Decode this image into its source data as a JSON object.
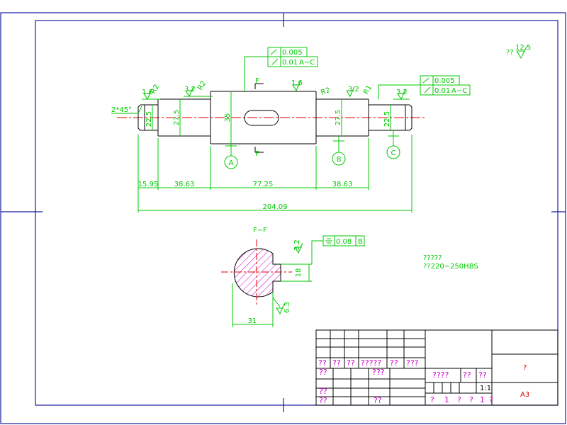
{
  "colors": {
    "frame": "#1a1aa0",
    "outline": "#000000",
    "dimension": "#00c800",
    "centerline": "#e00000",
    "hatch": "#cc00cc",
    "title_text": "#cc00cc"
  },
  "roughness": {
    "general_prefix": "??",
    "general_value": "12.5",
    "r1": "1.6",
    "r2": "3.2",
    "r3": "1.6",
    "r4": "3.2",
    "r5": "3.2",
    "r6": "3.2",
    "r7": "6.3"
  },
  "tolerance": {
    "top_value1": "0.005",
    "top_value2": "0.01",
    "top_ref": "A−C",
    "right_value1": "0.005",
    "right_value2": "0.01",
    "right_ref": "A−C",
    "section_value": "0.08",
    "section_ref": "B"
  },
  "labels": {
    "chamfer": "2*45°",
    "r_small": "R2",
    "r_left": "R2",
    "r_right1": "R2",
    "r_right2": "R1",
    "r_left2": "R2",
    "section_top": "F",
    "section_bottom": "F",
    "section_title": "F−F",
    "datum_a": "A",
    "datum_b": "B",
    "datum_c": "C"
  },
  "dimensions": {
    "d1": "22.5",
    "d2": "27.5",
    "d3": "35",
    "d4": "27.5",
    "d5": "22.5",
    "len1": "15.95",
    "len2": "38.63",
    "len3": "77.25",
    "len4": "38.63",
    "total": "204.09",
    "key_depth": "18",
    "section_width": "31"
  },
  "notes": {
    "line1": "?????",
    "line2": "??220−250HBS"
  },
  "title_block": {
    "row1": [
      "??",
      "??",
      "??",
      "?????",
      "??",
      "???"
    ],
    "r2c1": "??",
    "r2c2": "???",
    "r2c3": "????",
    "r2c4": "??",
    "r2c5": "??",
    "r4c1": "??",
    "r5c1": "??",
    "r5c2": "??",
    "scale": "1:1",
    "bottom": [
      "?",
      "1",
      "?",
      "?",
      "1",
      "?"
    ],
    "part_name": "?",
    "sheet_size": "A3"
  }
}
